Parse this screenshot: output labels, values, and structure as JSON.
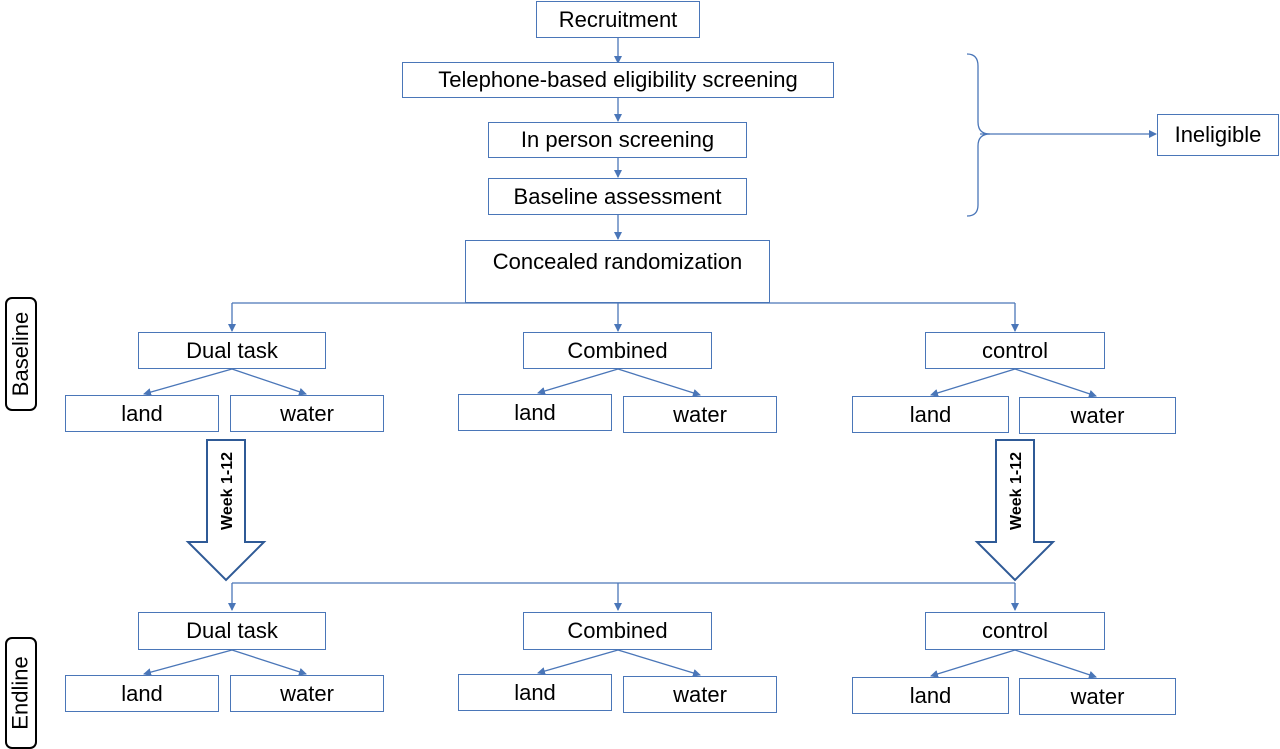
{
  "flow": {
    "recruitment": "Recruitment",
    "telephone_screening": "Telephone-based eligibility screening",
    "in_person_screening": "In person screening",
    "baseline_assessment": "Baseline assessment",
    "randomization": "Concealed randomization",
    "ineligible": "Ineligible"
  },
  "phases": {
    "baseline": "Baseline",
    "endline": "Endline"
  },
  "groups": {
    "dual_task": "Dual task",
    "combined": "Combined",
    "control": "control"
  },
  "settings": {
    "land": "land",
    "water": "water"
  },
  "intervention": {
    "duration_label": "Week 1-12"
  },
  "colors": {
    "line": "#4a76b8",
    "text": "#000000"
  }
}
